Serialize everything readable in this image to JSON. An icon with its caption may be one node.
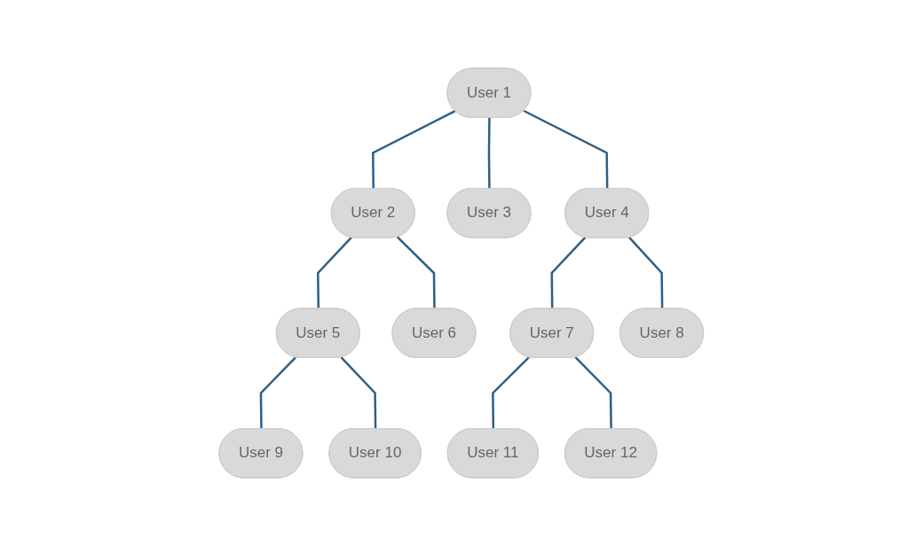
{
  "diagram": {
    "nodes": [
      {
        "text": [
          "User 1"
        ]
      },
      {
        "text": [
          "User 2"
        ]
      },
      {
        "text": [
          "User 3"
        ]
      },
      {
        "text": [
          "User 4"
        ]
      },
      {
        "text": [
          "User 5"
        ]
      },
      {
        "text": [
          "User 6"
        ]
      },
      {
        "text": [
          "User 7"
        ]
      },
      {
        "text": [
          "User 8"
        ]
      },
      {
        "text": [
          "User 9"
        ]
      },
      {
        "text": [
          "User 10"
        ]
      },
      {
        "text": [
          "User 11"
        ]
      },
      {
        "text": [
          "User 12"
        ]
      }
    ],
    "edges": [
      {
        "from": 0,
        "to": 1,
        "arrow": "none"
      },
      {
        "from": 0,
        "to": 2,
        "arrow": "none"
      },
      {
        "from": 0,
        "to": 3,
        "arrow": "none"
      },
      {
        "from": 1,
        "to": 4,
        "arrow": "none"
      },
      {
        "from": 1,
        "to": 5,
        "arrow": "none"
      },
      {
        "from": 3,
        "to": 6,
        "arrow": "none"
      },
      {
        "from": 3,
        "to": 7,
        "arrow": "none"
      },
      {
        "from": 4,
        "to": 8,
        "arrow": "none"
      },
      {
        "from": 4,
        "to": 9,
        "arrow": "none"
      },
      {
        "from": 6,
        "to": 10,
        "arrow": "none"
      },
      {
        "from": 6,
        "to": 11,
        "arrow": "none"
      }
    ]
  }
}
